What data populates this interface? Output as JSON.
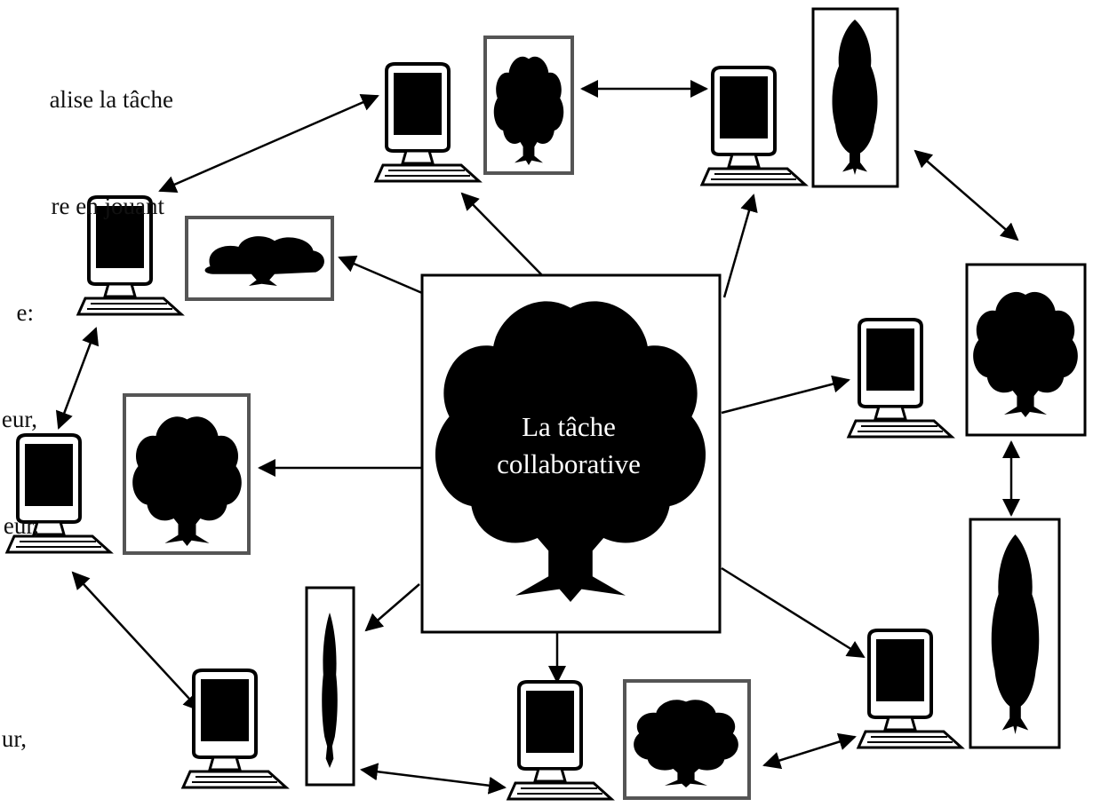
{
  "side_text": {
    "lines": [
      "alise la tâche",
      "re en jouant",
      "e:",
      "eur,",
      "eur,",
      "",
      "ur,"
    ]
  },
  "center": {
    "label_line1": "La tâche",
    "label_line2": "collaborative"
  },
  "icons": {
    "computer": "computer-icon",
    "tree": "tree-icon",
    "arrow": "arrow-icon"
  },
  "colors": {
    "ink": "#000000",
    "frame": "#555555",
    "background": "#ffffff"
  }
}
